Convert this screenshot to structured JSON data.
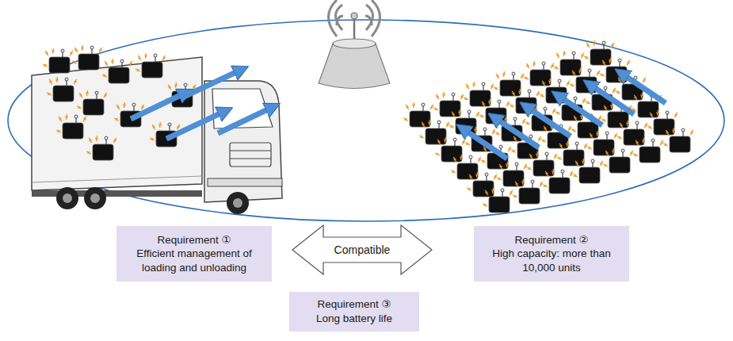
{
  "diagram": {
    "nodes": [
      {
        "text": [
          "Requirement ①",
          "Efficient management of loading and unloading"
        ]
      },
      {
        "text": [
          "Compatible"
        ]
      },
      {
        "text": [
          "Requirement ②",
          "High capacity: more than 10,000 units"
        ]
      },
      {
        "text": [
          "Requirement ③",
          "Long battery life"
        ]
      }
    ]
  }
}
